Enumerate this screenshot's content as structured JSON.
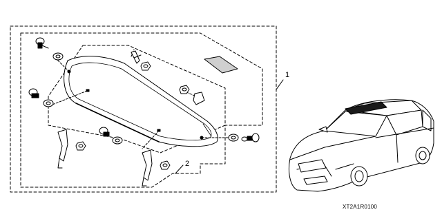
{
  "diagram": {
    "callouts": [
      "1",
      "2"
    ],
    "part_code": "XT2A1R0100"
  },
  "colors": {
    "line": "#000000",
    "fill_light": "#ffffff",
    "fill_dark": "#1a1a1a",
    "gray": "#cfcfcf"
  }
}
